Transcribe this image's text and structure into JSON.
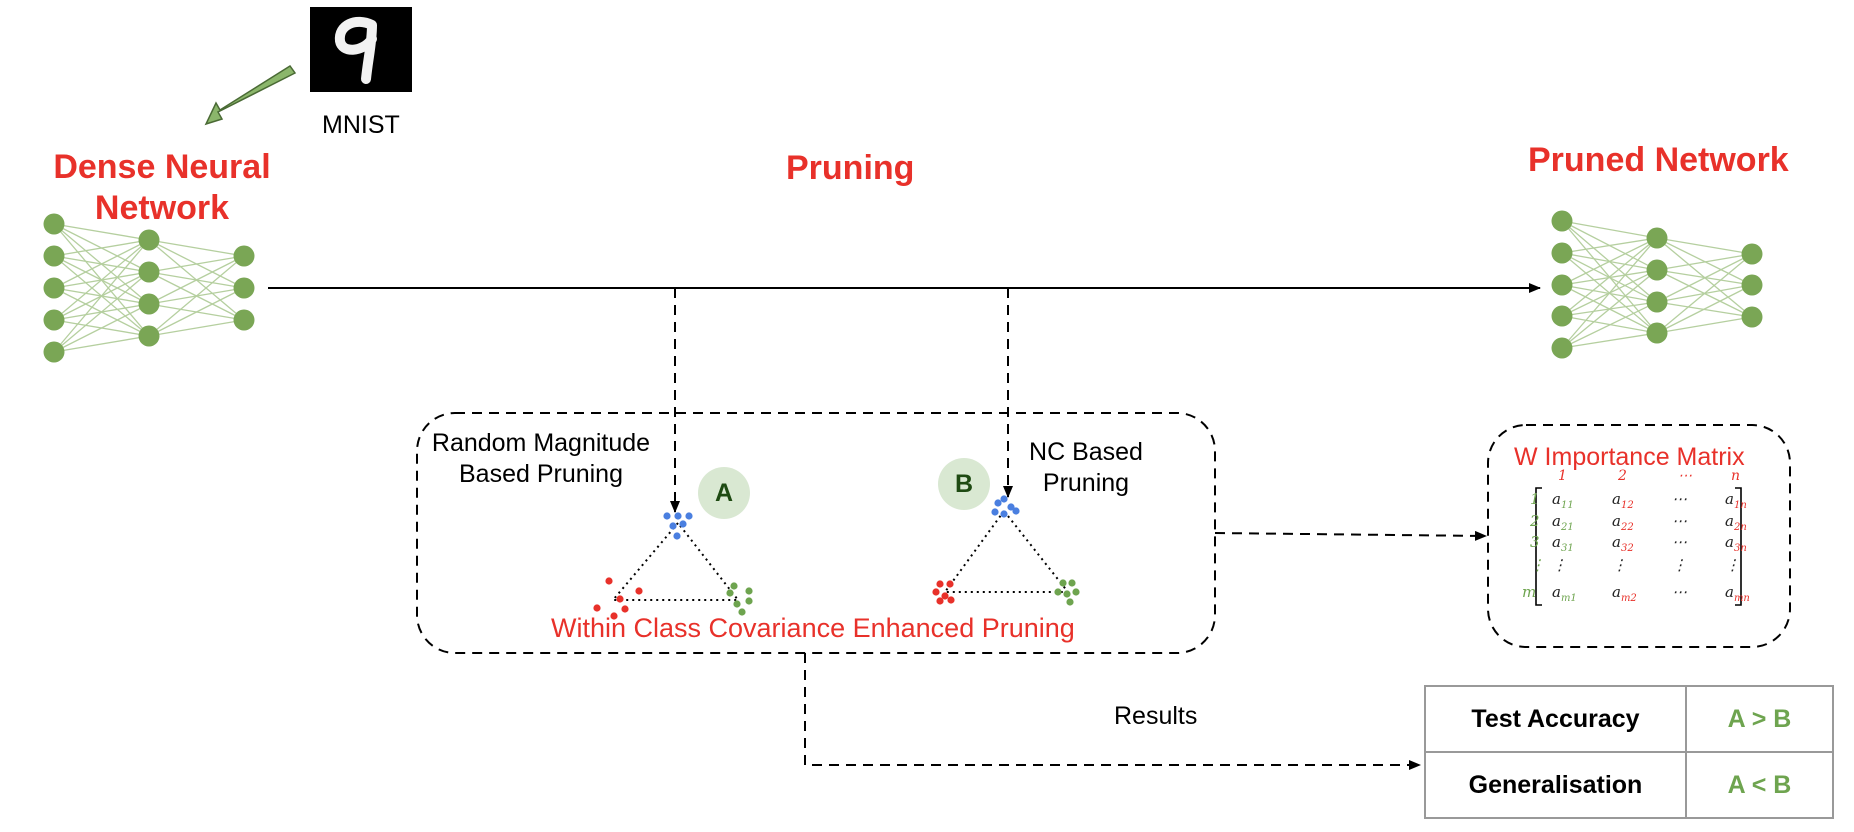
{
  "mnist": {
    "label": "MNIST",
    "digit": "9"
  },
  "dense": {
    "title_line1": "Dense Neural",
    "title_line2": "Network"
  },
  "pruning": {
    "title": "Pruning"
  },
  "pruned": {
    "title": "Pruned Network"
  },
  "method_a": {
    "line1": "Random Magnitude",
    "line2": "Based Pruning",
    "badge": "A"
  },
  "method_b": {
    "line1": "NC Based",
    "line2": "Pruning",
    "badge": "B"
  },
  "covariance": {
    "label": "Within Class Covariance Enhanced Pruning"
  },
  "matrix": {
    "title": "W Importance Matrix",
    "col_headers": [
      "1",
      "2",
      "⋯",
      "n"
    ],
    "row_headers": [
      "1",
      "2",
      "3",
      "⋮",
      "m"
    ],
    "rows": [
      [
        "a",
        "11",
        "a",
        "12",
        "⋯",
        "a",
        "1n"
      ],
      [
        "a",
        "21",
        "a",
        "22",
        "⋯",
        "a",
        "2n"
      ],
      [
        "a",
        "31",
        "a",
        "32",
        "⋯",
        "a",
        "3n"
      ],
      [
        "⋮",
        "",
        "⋮",
        "",
        "⋮",
        "⋮",
        ""
      ],
      [
        "a",
        "m1",
        "a",
        "m2",
        "⋯",
        "a",
        "mn"
      ]
    ]
  },
  "results": {
    "label": "Results",
    "table": [
      {
        "metric": "Test Accuracy",
        "value": "A > B"
      },
      {
        "metric": "Generalisation",
        "value": "A < B"
      }
    ]
  },
  "colors": {
    "red": "#e8312a",
    "green": "#6ea44f",
    "blue": "#4a7fe0",
    "node_green": "#7aa655",
    "badge_bg": "#d9e8d2"
  }
}
